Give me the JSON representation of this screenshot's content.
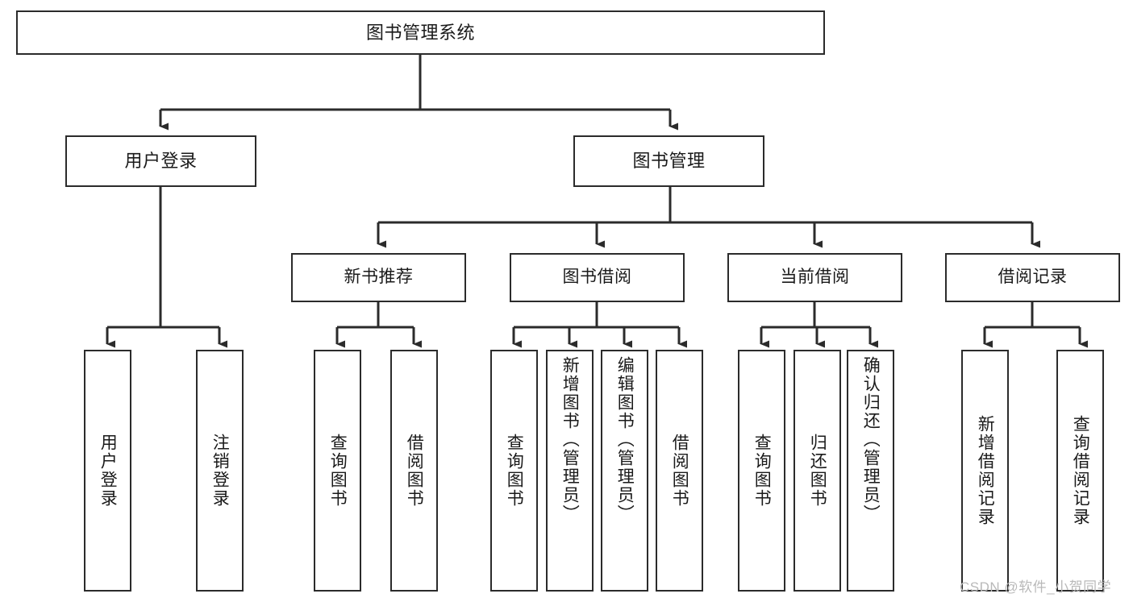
{
  "diagram": {
    "title": "图书管理系统",
    "type": "tree-hierarchy",
    "watermark": "CSDN @软件_小贺同学",
    "colors": {
      "box_stroke": "#2b2b2b",
      "box_fill": "#ffffff",
      "connector": "#2b2b2b",
      "text": "#1a1a1a",
      "watermark": "#b9b9b9",
      "background": "#ffffff"
    }
  },
  "nodes": {
    "root": {
      "label": "图书管理系统"
    },
    "level2": [
      {
        "label": "用户登录"
      },
      {
        "label": "图书管理"
      }
    ],
    "level3": [
      {
        "label": "新书推荐"
      },
      {
        "label": "图书借阅"
      },
      {
        "label": "当前借阅"
      },
      {
        "label": "借阅记录"
      }
    ],
    "leaves": {
      "user_login": [
        {
          "label": "用户登录"
        },
        {
          "label": "注销登录"
        }
      ],
      "new_book_recommend": [
        {
          "label": "查询图书"
        },
        {
          "label": "借阅图书"
        }
      ],
      "book_borrow": [
        {
          "label": "查询图书"
        },
        {
          "label": "新增图书（管理员）"
        },
        {
          "label": "编辑图书（管理员）"
        },
        {
          "label": "借阅图书"
        }
      ],
      "current_borrow": [
        {
          "label": "查询图书"
        },
        {
          "label": "归还图书"
        },
        {
          "label": "确认归还（管理员）"
        }
      ],
      "borrow_record": [
        {
          "label": "新增借阅记录"
        },
        {
          "label": "查询借阅记录"
        }
      ]
    }
  }
}
